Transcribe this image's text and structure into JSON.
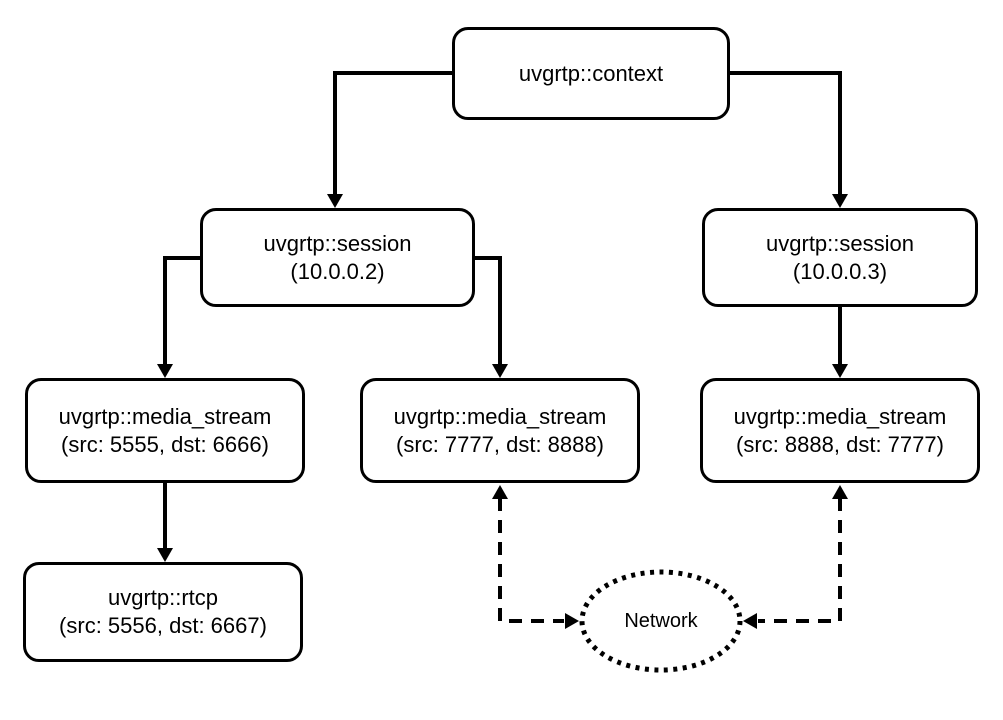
{
  "diagram": {
    "background_color": "#ffffff",
    "ink_color": "#000000",
    "nodes": {
      "context": {
        "title": "uvgrtp::context"
      },
      "session_a": {
        "title": "uvgrtp::session",
        "subtitle": "(10.0.0.2)"
      },
      "session_b": {
        "title": "uvgrtp::session",
        "subtitle": "(10.0.0.3)"
      },
      "media_1": {
        "title": "uvgrtp::media_stream",
        "subtitle": "(src: 5555, dst: 6666)"
      },
      "media_2": {
        "title": "uvgrtp::media_stream",
        "subtitle": "(src: 7777, dst: 8888)"
      },
      "media_3": {
        "title": "uvgrtp::media_stream",
        "subtitle": "(src: 8888, dst: 7777)"
      },
      "rtcp": {
        "title": "uvgrtp::rtcp",
        "subtitle": "(src: 5556, dst: 6667)"
      },
      "network": {
        "title": "Network"
      }
    },
    "edges": [
      {
        "from": "context",
        "to": "session_a",
        "style": "solid-arrow"
      },
      {
        "from": "context",
        "to": "session_b",
        "style": "solid-arrow"
      },
      {
        "from": "session_a",
        "to": "media_1",
        "style": "solid-arrow"
      },
      {
        "from": "session_a",
        "to": "media_2",
        "style": "solid-arrow"
      },
      {
        "from": "session_b",
        "to": "media_3",
        "style": "solid-arrow"
      },
      {
        "from": "media_1",
        "to": "rtcp",
        "style": "solid-arrow"
      },
      {
        "from": "media_2",
        "to": "network",
        "style": "dashed-double-arrow"
      },
      {
        "from": "media_3",
        "to": "network",
        "style": "dashed-double-arrow"
      }
    ]
  }
}
